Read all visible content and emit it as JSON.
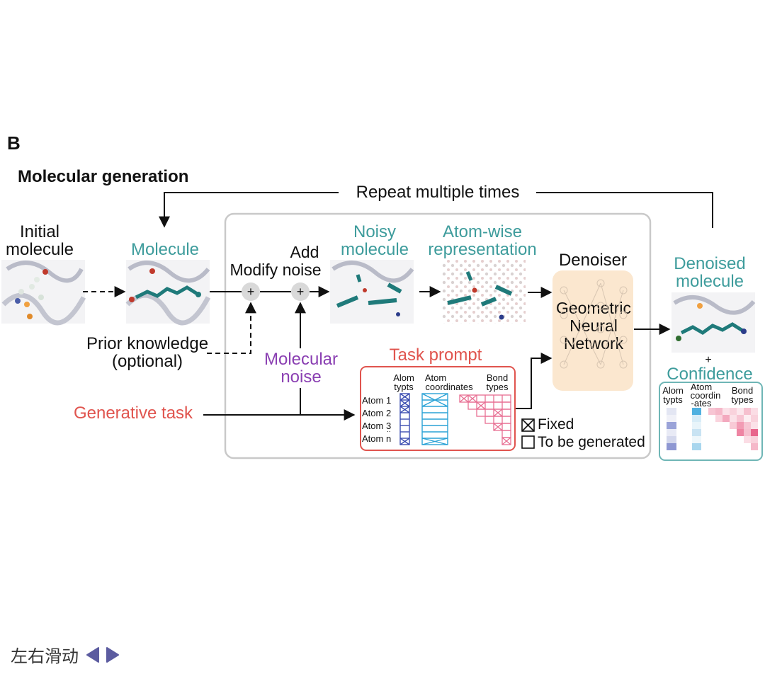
{
  "panel_label": "B",
  "title": "Molecular generation",
  "repeat_label": "Repeat multiple times",
  "initial_molecule": "Initial\nmolecule",
  "initial_molecule_l1": "Initial",
  "initial_molecule_l2": "molecule",
  "molecule": "Molecule",
  "modify_noise": "Modify noise",
  "add_noise_l1": "Add",
  "add_noise_l2": "noise",
  "noisy_l1": "Noisy",
  "noisy_l2": "molecule",
  "atomwise_l1": "Atom-wise",
  "atomwise_l2": "representation",
  "denoiser": "Denoiser",
  "gnn_l1": "Geometric",
  "gnn_l2": "Neural",
  "gnn_l3": "Network",
  "denoised_l1": "Denoised",
  "denoised_l2": "molecule",
  "plus": "+",
  "confidence": "Confidence",
  "prior_l1": "Prior knowledge",
  "prior_l2": "(optional)",
  "mol_noise_l1": "Molecular",
  "mol_noise_l2": "noise",
  "generative_task": "Generative task",
  "task_prompt": "Task prompt",
  "prompt": {
    "col1_l1": "Alom",
    "col1_l2": "typts",
    "col2_l1": "Atom",
    "col2_l2": "coordinates",
    "col3_l1": "Bond",
    "col3_l2": "types",
    "atom1": "Atom 1",
    "atom2": "Atom 2",
    "atom3": "Atom 3",
    "dots": "..",
    "atomn": "Atom n"
  },
  "legend_fixed": "Fixed",
  "legend_generated": "To be generated",
  "conf": {
    "col1_l1": "Alom",
    "col1_l2": "typts",
    "col2_l1": "Atom",
    "col2_l2": "coordin",
    "col2_l3": "-ates",
    "col3_l1": "Bond",
    "col3_l2": "types"
  },
  "swipe_text": "左右滑动",
  "colors": {
    "teal": "#3e9c9c",
    "red": "#e0544e",
    "purple": "#8a3fb2",
    "denoiser_bg": "#fbe7cf",
    "blue_matrix": "#3b4db0",
    "cyan_matrix": "#2aa2d6",
    "pink_matrix": "#e86f93"
  }
}
